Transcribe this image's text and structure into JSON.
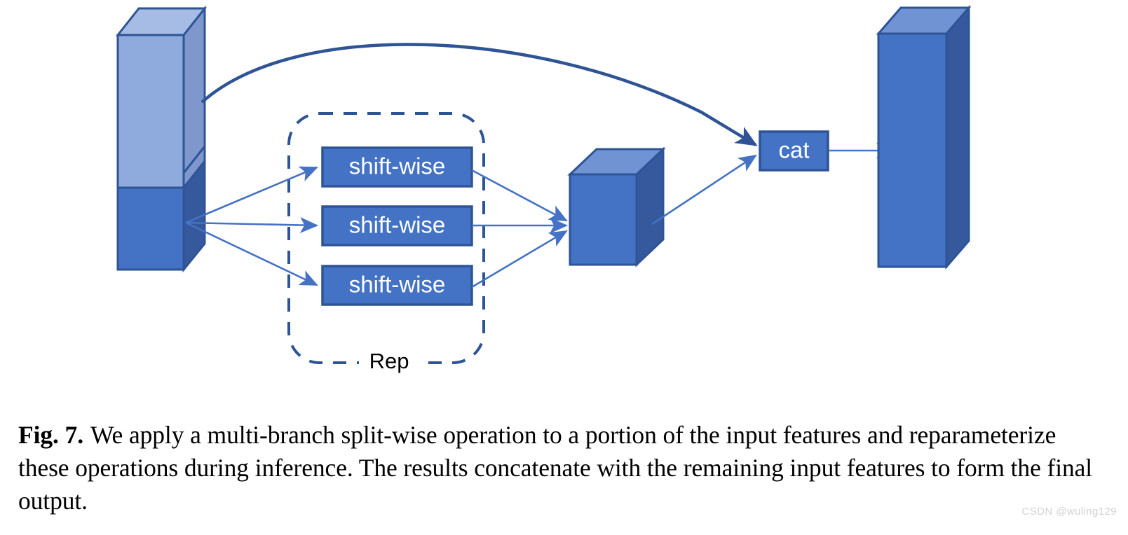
{
  "figure": {
    "caption_tag": "Fig. 7.",
    "caption_text": "We apply a multi-branch split-wise operation to a portion of the input features and reparameterize these operations during inference. The results concatenate with the remaining input features to form the final output.",
    "watermark": "CSDN @wuling129"
  },
  "colors": {
    "front_face": "#4472C4",
    "top_face": "#7architecture",
    "face_front": "#4472C4",
    "face_top": "#7093D4",
    "face_right": "#3A62AC",
    "light_front": "#8FAADC",
    "light_top": "#A7BCE4",
    "light_right": "#758FC4",
    "box_fill": "#4472C4",
    "box_stroke": "#2E5496",
    "thin_arrow": "#4472C4",
    "thick_arrow": "#2E5496",
    "dashed_stroke": "#2E5496",
    "label_text": "#FFFFFF",
    "rep_text": "#000000",
    "caption_text": "#000000",
    "watermark_text": "#D2D2D2",
    "background": "#FFFFFF"
  },
  "nodes": {
    "input_tensor": {
      "name": "input-features-tensor",
      "upper_part": "light-blue-segment",
      "lower_part": "dark-blue-segment"
    },
    "rep_group": {
      "label": "Rep",
      "branches": [
        {
          "label": "shift-wise"
        },
        {
          "label": "shift-wise"
        },
        {
          "label": "shift-wise"
        }
      ]
    },
    "sum_tensor": {
      "name": "merged-feature-cube"
    },
    "concat": {
      "label": "cat"
    },
    "output_tensor": {
      "name": "output-features-tensor"
    }
  },
  "edges": [
    {
      "from": "input_tensor",
      "to": "concat",
      "style": "curved-thick"
    },
    {
      "from": "input_tensor",
      "to": "branch_1",
      "style": "straight-thin"
    },
    {
      "from": "input_tensor",
      "to": "branch_2",
      "style": "straight-thin"
    },
    {
      "from": "input_tensor",
      "to": "branch_3",
      "style": "straight-thin"
    },
    {
      "from": "branch_1",
      "to": "sum_tensor",
      "style": "straight-thin"
    },
    {
      "from": "branch_2",
      "to": "sum_tensor",
      "style": "straight-thin"
    },
    {
      "from": "branch_3",
      "to": "sum_tensor",
      "style": "straight-thin"
    },
    {
      "from": "sum_tensor",
      "to": "concat",
      "style": "straight-thin"
    },
    {
      "from": "concat",
      "to": "output_tensor",
      "style": "straight-thin"
    }
  ]
}
